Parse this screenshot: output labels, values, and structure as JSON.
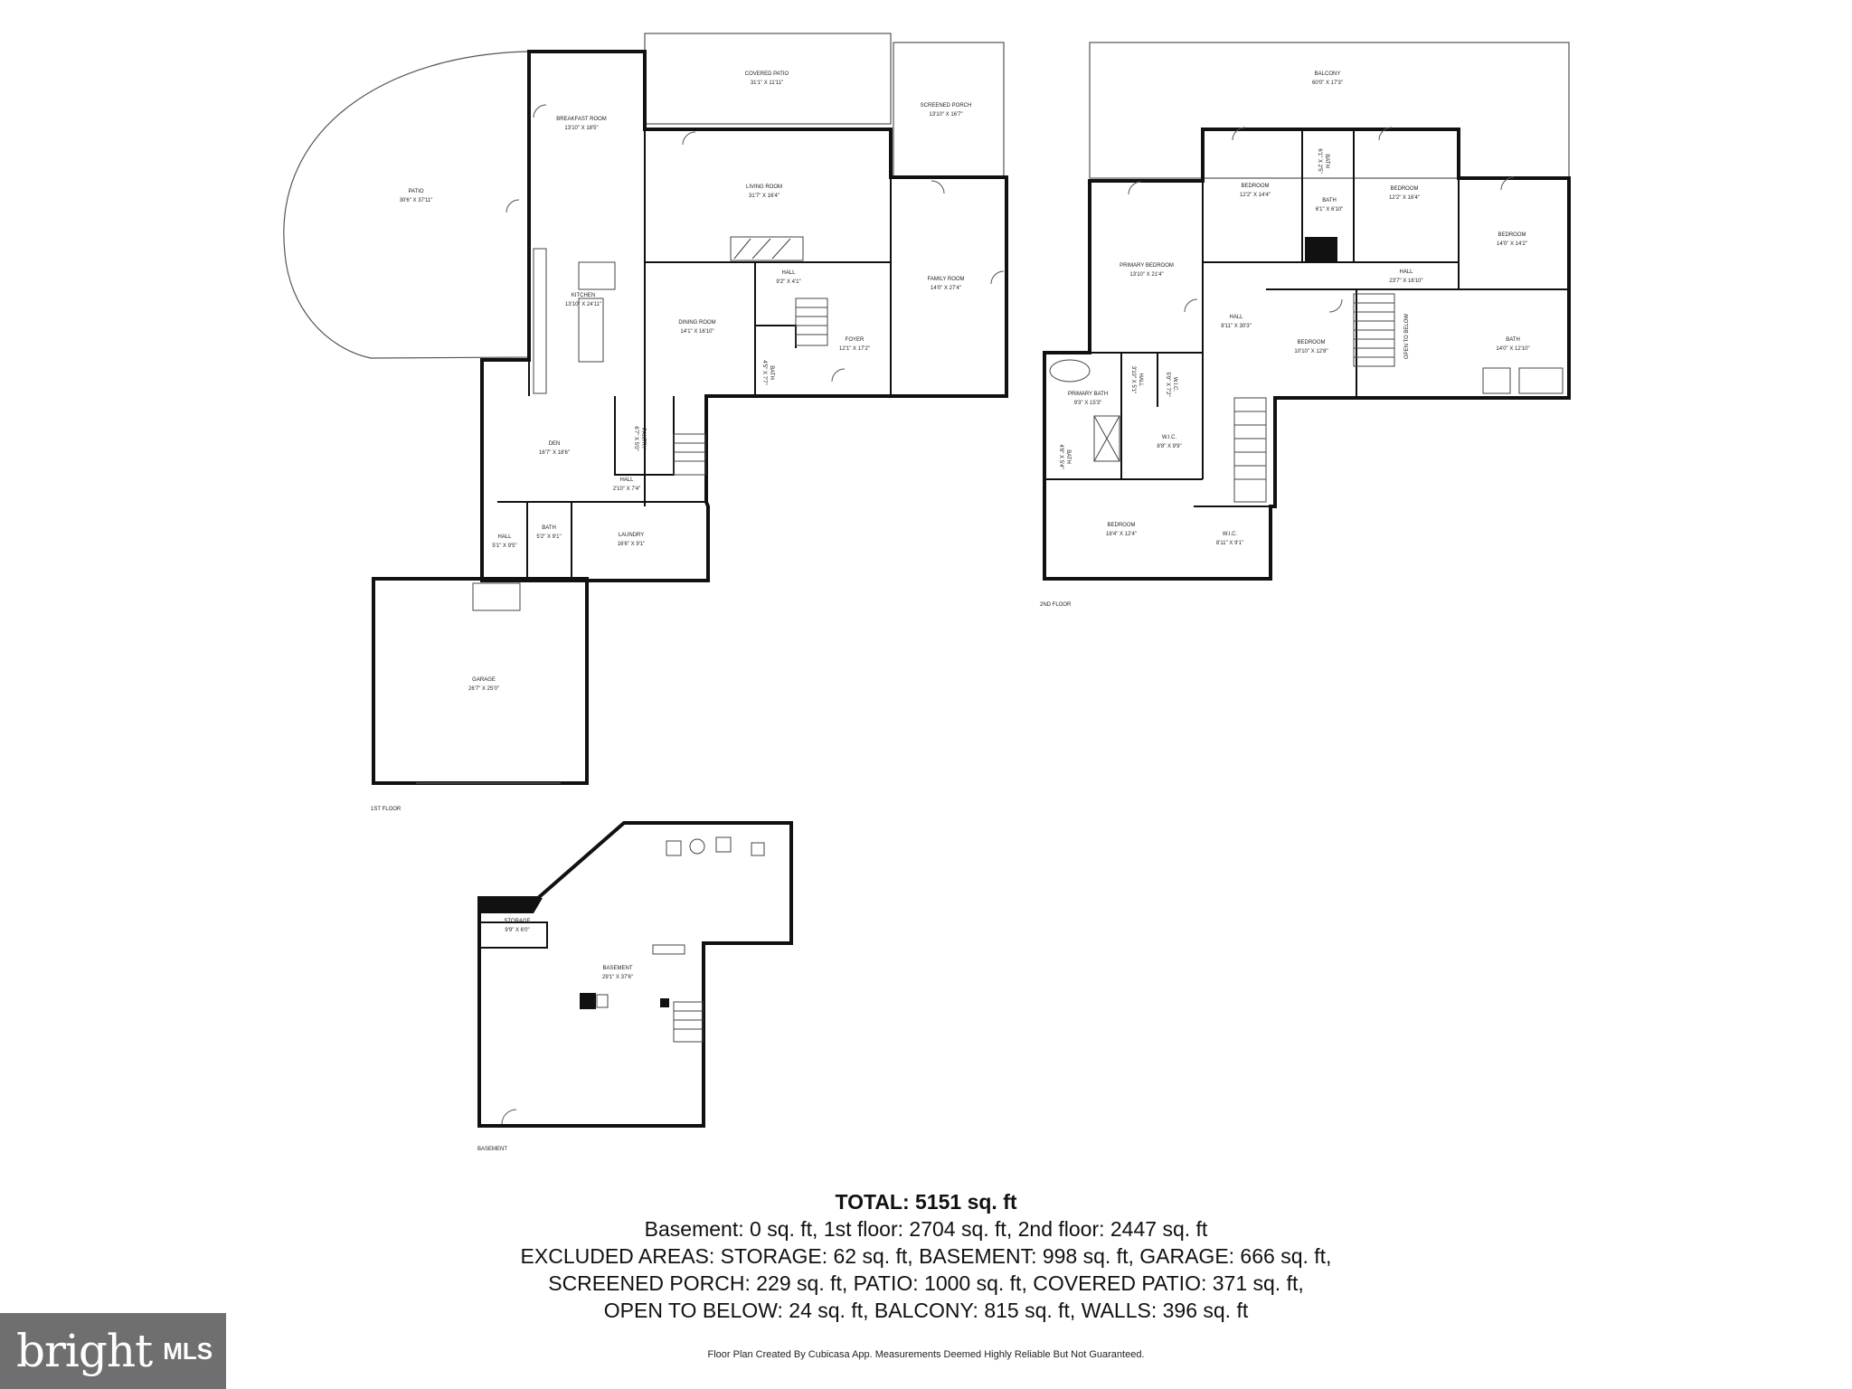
{
  "first_floor": {
    "label": "1ST FLOOR",
    "rooms": {
      "patio": {
        "name": "PATIO",
        "dim": "30'6\" X 37'11\""
      },
      "breakfast": {
        "name": "BREAKFAST ROOM",
        "dim": "13'10\" X 18'5\""
      },
      "covered_patio": {
        "name": "COVERED PATIO",
        "dim": "31'1\" X 11'11\""
      },
      "screened_porch": {
        "name": "SCREENED PORCH",
        "dim": "13'10\" X 16'7\""
      },
      "living": {
        "name": "LIVING ROOM",
        "dim": "31'7\" X 16'4\""
      },
      "kitchen": {
        "name": "KITCHEN",
        "dim": "13'10\" X 24'11\""
      },
      "hall_a": {
        "name": "HALL",
        "dim": "9'2\" X 4'1\""
      },
      "family": {
        "name": "FAMILY ROOM",
        "dim": "14'0\" X 27'4\""
      },
      "dining": {
        "name": "DINING ROOM",
        "dim": "14'1\" X 16'10\""
      },
      "foyer": {
        "name": "FOYER",
        "dim": "12'1\" X 17'2\""
      },
      "bath_a": {
        "name": "BATH",
        "dim": "4'5\" X 7'7\""
      },
      "pantry": {
        "name": "PANTRY",
        "dim": "6'7\" X 5'0\""
      },
      "den": {
        "name": "DEN",
        "dim": "16'7\" X 18'6\""
      },
      "hall_b": {
        "name": "HALL",
        "dim": "2'10\" X 7'4\""
      },
      "hall_c": {
        "name": "HALL",
        "dim": "5'1\" X 9'5\""
      },
      "bath_b": {
        "name": "BATH",
        "dim": "5'2\" X 9'1\""
      },
      "laundry": {
        "name": "LAUNDRY",
        "dim": "16'6\" X 9'1\""
      },
      "garage": {
        "name": "GARAGE",
        "dim": "26'7\" X 25'0\""
      }
    }
  },
  "second_floor": {
    "label": "2ND FLOOR",
    "rooms": {
      "balcony": {
        "name": "BALCONY",
        "dim": "60'0\" X 17'3\""
      },
      "bedroom_a": {
        "name": "BEDROOM",
        "dim": "12'2\" X 14'4\""
      },
      "bath_a": {
        "name": "BATH",
        "dim": "6'1\" X 2'5\""
      },
      "bath_b": {
        "name": "BATH",
        "dim": "6'1\" X 6'10\""
      },
      "bedroom_b": {
        "name": "BEDROOM",
        "dim": "12'2\" X 16'4\""
      },
      "bedroom_c": {
        "name": "BEDROOM",
        "dim": "14'0\" X 14'2\""
      },
      "primary_bedroom": {
        "name": "PRIMARY BEDROOM",
        "dim": "13'10\" X 21'4\""
      },
      "hall_a": {
        "name": "HALL",
        "dim": "23'7\" X 16'10\""
      },
      "hall_b": {
        "name": "HALL",
        "dim": "8'11\" X 30'3\""
      },
      "bedroom_d": {
        "name": "BEDROOM",
        "dim": "10'10\" X 12'8\""
      },
      "open_below": {
        "name": "OPEN TO BELOW",
        "dim": ""
      },
      "bath_c": {
        "name": "BATH",
        "dim": "14'0\" X 12'10\""
      },
      "primary_bath": {
        "name": "PRIMARY BATH",
        "dim": "9'3\" X 15'3\""
      },
      "hall_c": {
        "name": "HALL",
        "dim": "3'10\" X 5'1\""
      },
      "wic_a": {
        "name": "W.I.C.",
        "dim": "5'9\" X 7'2\""
      },
      "wic_b": {
        "name": "W.I.C.",
        "dim": "8'8\" X 9'9\""
      },
      "bath_d": {
        "name": "BATH",
        "dim": "4'8\" X 5'4\""
      },
      "bedroom_e": {
        "name": "BEDROOM",
        "dim": "18'4\" X 12'4\""
      },
      "wic_c": {
        "name": "W.I.C.",
        "dim": "8'11\" X 9'1\""
      }
    }
  },
  "basement_floor": {
    "label": "BASEMENT",
    "rooms": {
      "storage": {
        "name": "STORAGE",
        "dim": "9'9\" X 6'0\""
      },
      "basement": {
        "name": "BASEMENT",
        "dim": "29'1\" X 37'6\""
      }
    }
  },
  "summary": {
    "total": "TOTAL: 5151 sq. ft",
    "line1": "Basement: 0 sq. ft, 1st floor: 2704 sq. ft, 2nd floor: 2447 sq. ft",
    "line2": "EXCLUDED AREAS: STORAGE: 62 sq. ft, BASEMENT: 998 sq. ft, GARAGE: 666 sq. ft,",
    "line3": "SCREENED PORCH: 229 sq. ft, PATIO: 1000 sq. ft, COVERED PATIO: 371 sq. ft,",
    "line4": "OPEN TO BELOW: 24 sq. ft, BALCONY: 815 sq. ft, WALLS: 396 sq. ft",
    "disclaimer": "Floor Plan Created By Cubicasa App. Measurements Deemed Highly Reliable But Not Guaranteed."
  },
  "logo": {
    "brand": "bright",
    "mls": "MLS"
  }
}
